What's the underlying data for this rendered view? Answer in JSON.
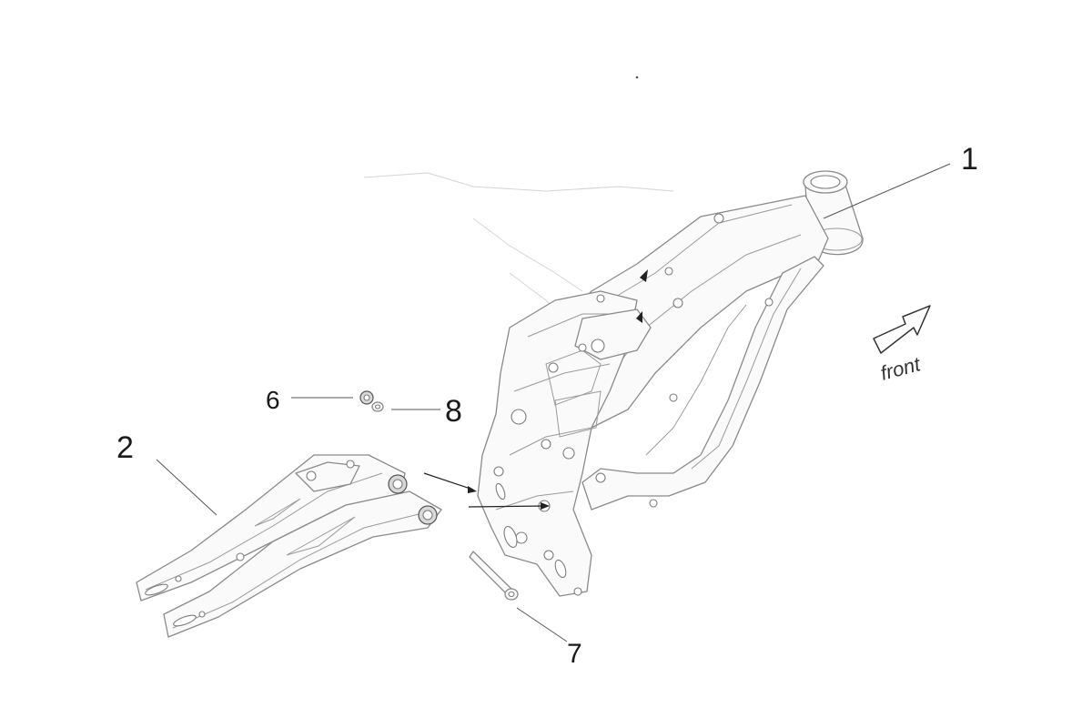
{
  "callouts": {
    "c1": "1",
    "c2": "2",
    "c6": "6",
    "c7": "7",
    "c8": "8"
  },
  "direction_label": "front",
  "colors": {
    "line_art": "#888888",
    "text": "#1a1a1a",
    "background": "#ffffff"
  },
  "parts": [
    {
      "ref": "1",
      "name": "frame"
    },
    {
      "ref": "2",
      "name": "swingarm"
    },
    {
      "ref": "6",
      "name": "nut"
    },
    {
      "ref": "7",
      "name": "pivot-pin"
    },
    {
      "ref": "8",
      "name": "washer"
    }
  ]
}
